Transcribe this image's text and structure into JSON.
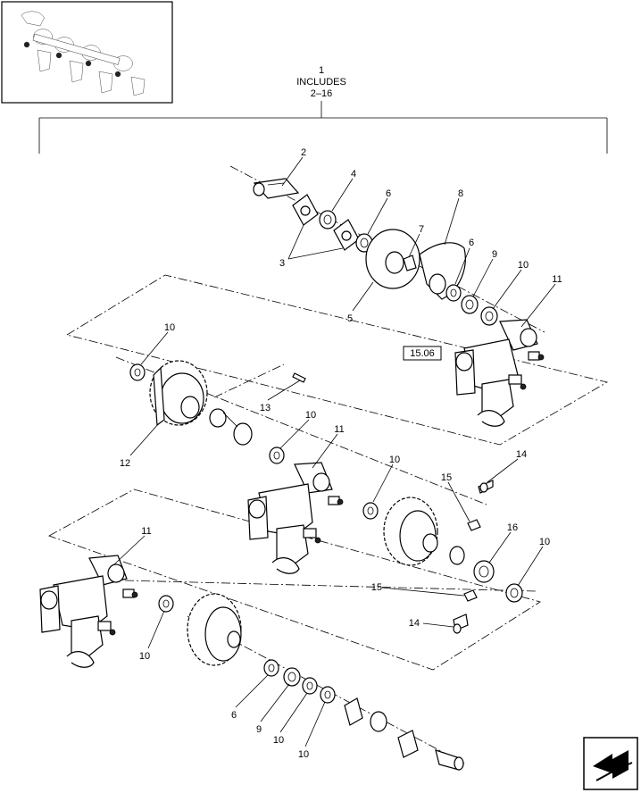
{
  "assembly_note": {
    "ref": "1",
    "includes_label": "INCLUDES",
    "range": "2–16"
  },
  "reference_box": "15.06",
  "callouts": [
    {
      "id": "c2",
      "text": "2"
    },
    {
      "id": "c4",
      "text": "4"
    },
    {
      "id": "c6a",
      "text": "6"
    },
    {
      "id": "c8",
      "text": "8"
    },
    {
      "id": "c7",
      "text": "7"
    },
    {
      "id": "c3",
      "text": "3"
    },
    {
      "id": "c6b",
      "text": "6"
    },
    {
      "id": "c9a",
      "text": "9"
    },
    {
      "id": "c10a",
      "text": "10"
    },
    {
      "id": "c11a",
      "text": "11"
    },
    {
      "id": "c5",
      "text": "5"
    },
    {
      "id": "c10b",
      "text": "10"
    },
    {
      "id": "c13",
      "text": "13"
    },
    {
      "id": "c10c",
      "text": "10"
    },
    {
      "id": "c11b",
      "text": "11"
    },
    {
      "id": "c12",
      "text": "12"
    },
    {
      "id": "c10d",
      "text": "10"
    },
    {
      "id": "c14a",
      "text": "14"
    },
    {
      "id": "c15a",
      "text": "15"
    },
    {
      "id": "c11c",
      "text": "11"
    },
    {
      "id": "c16",
      "text": "16"
    },
    {
      "id": "c10e",
      "text": "10"
    },
    {
      "id": "c15b",
      "text": "15"
    },
    {
      "id": "c14b",
      "text": "14"
    },
    {
      "id": "c10f",
      "text": "10"
    },
    {
      "id": "c6c",
      "text": "6"
    },
    {
      "id": "c9b",
      "text": "9"
    },
    {
      "id": "c10g",
      "text": "10"
    },
    {
      "id": "c10h",
      "text": "10"
    }
  ],
  "icons": {
    "thumbnail": "assembly-thumbnail-icon",
    "nav": "next-page-arrow-icon"
  }
}
